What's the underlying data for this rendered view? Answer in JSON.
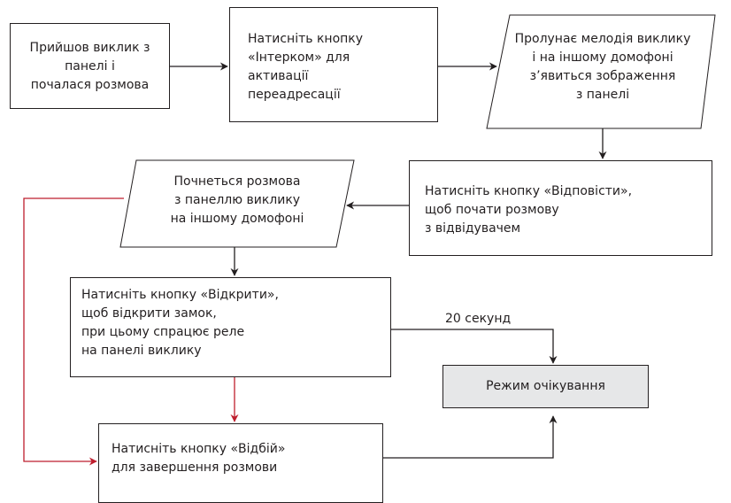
{
  "nodes": {
    "call_started": {
      "lines": [
        "Прийшов виклик з",
        "панелі і",
        "почалася розмова"
      ]
    },
    "press_intercom": {
      "lines": [
        "Натисніть кнопку",
        "«Інтерком» для",
        "активації",
        "переадресації"
      ]
    },
    "melody": {
      "lines": [
        "Пролунає мелодія виклику",
        "і на іншому домофоні",
        "з’явиться зображення",
        "з панелі"
      ]
    },
    "press_answer": {
      "lines": [
        "Натисніть кнопку «Відповісти»,",
        "щоб почати розмову",
        "з відвідувачем"
      ]
    },
    "conversation": {
      "lines": [
        "Почнеться розмова",
        "з панеллю виклику",
        "на іншому домофоні"
      ]
    },
    "press_open": {
      "lines": [
        "Натисніть кнопку «Відкрити»,",
        "щоб відкрити замок,",
        "при цьому спрацює реле",
        "на панелі виклику"
      ]
    },
    "standby": {
      "label": "Режим очікування"
    },
    "press_hangup": {
      "lines": [
        "Натисніть кнопку «Відбій»",
        "для завершення розмови"
      ]
    }
  },
  "edges": {
    "timeout_label": "20 секунд"
  },
  "colors": {
    "line": "#231f20",
    "red": "#be1e2d",
    "standby_fill": "#e6e7e8"
  },
  "icons": [
    "intercom-icon",
    "hand-pointer-icon",
    "phone-answer-icon",
    "key-icon",
    "phone-hangup-icon"
  ]
}
